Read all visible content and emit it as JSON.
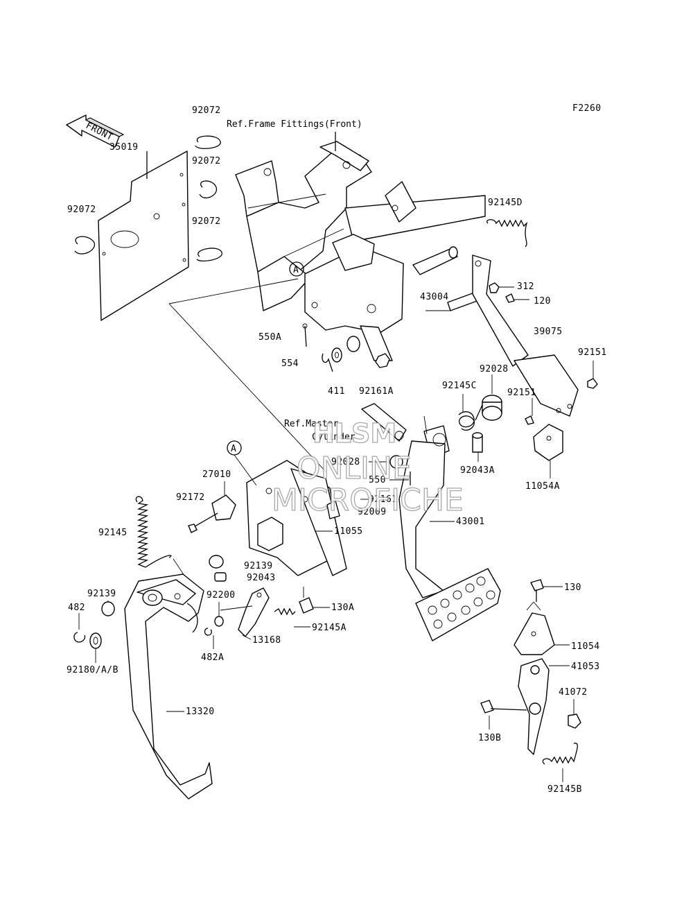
{
  "figure_code": "F2260",
  "direction_marker": "FRONT",
  "view_marker": "A",
  "references": {
    "frame_fittings": "Ref.Frame Fittings(Front)",
    "master_cylinder_line1": "Ref.Master",
    "master_cylinder_line2": "Cylinder"
  },
  "watermark": {
    "line1": "HLSM",
    "line2": "ONLINE",
    "line3": "MICROFICHE"
  },
  "parts": {
    "p92072_top": "92072",
    "p92072_mid": "92072",
    "p92072_low": "92072",
    "p92072_left": "92072",
    "p35019": "35019",
    "p92145D": "92145D",
    "p312": "312",
    "p120": "120",
    "p43004": "43004",
    "p39075": "39075",
    "p92151_a": "92151",
    "p92151_b": "92151",
    "p550A": "550A",
    "p554": "554",
    "p411": "411",
    "p92161A": "92161A",
    "p92028_a": "92028",
    "p92145C": "92145C",
    "p92043A": "92043A",
    "p11054A": "11054A",
    "p92028_b": "92028",
    "p550": "550",
    "p92161": "92161",
    "p92009": "92009",
    "p27010": "27010",
    "p92172": "92172",
    "p11055": "11055",
    "p43001": "43001",
    "p92145": "92145",
    "p92139_a": "92139",
    "p92043": "92043",
    "p92139_b": "92139",
    "p92200": "92200",
    "p130A": "130A",
    "p482": "482",
    "p92145A": "92145A",
    "p13168": "13168",
    "p482A": "482A",
    "p92180": "92180/A/B",
    "p130": "130",
    "p11054": "11054",
    "p41053": "41053",
    "p41072": "41072",
    "p130B": "130B",
    "p13320": "13320",
    "p92145B": "92145B"
  }
}
